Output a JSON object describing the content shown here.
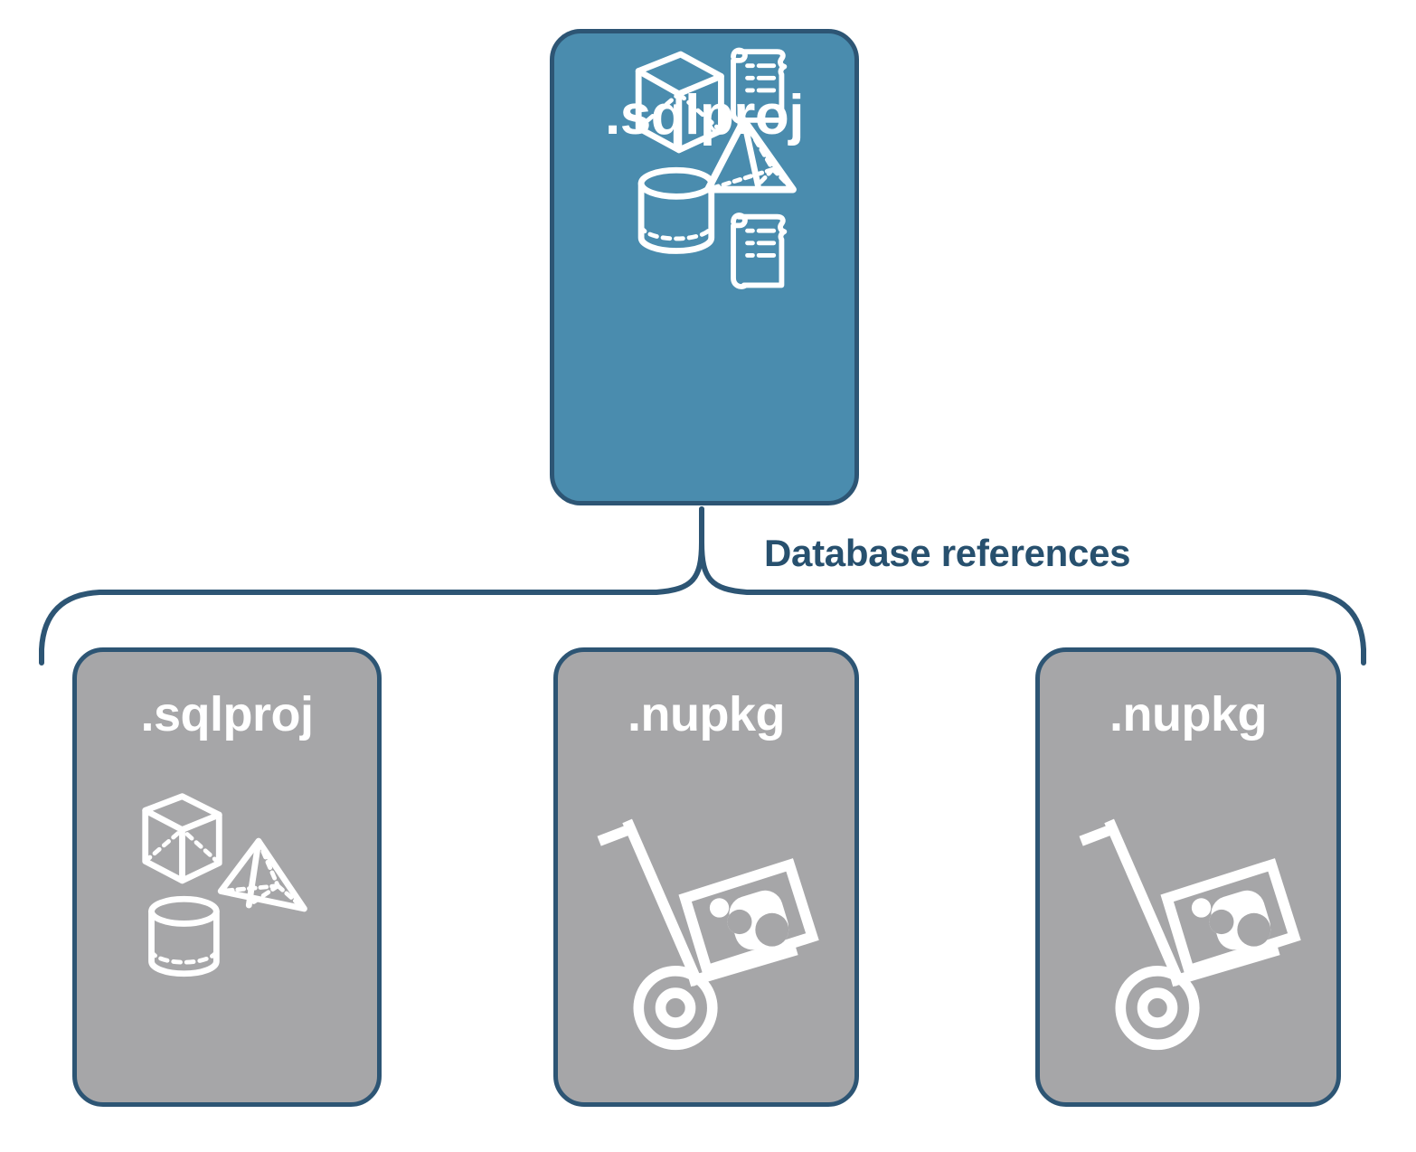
{
  "diagram": {
    "title": "Database references",
    "background": "#ffffff",
    "colors": {
      "primary_fill": "#4a8cae",
      "secondary_fill": "#a6a6a8",
      "stroke": "#2d5574",
      "icon": "#ffffff",
      "label_text": "#27506e"
    },
    "connector": {
      "label": "Database references",
      "style": "curly-brace",
      "direction": "one-to-many"
    },
    "root": {
      "id": "root-sqlproj",
      "label": ".sqlproj",
      "fill": "primary",
      "icons": [
        "cube-icon",
        "scroll-icon",
        "pyramid-icon",
        "cylinder-icon",
        "scroll-icon"
      ]
    },
    "children": [
      {
        "id": "ref-sqlproj",
        "label": ".sqlproj",
        "fill": "secondary",
        "icons": [
          "cube-icon",
          "pyramid-icon",
          "cylinder-icon"
        ]
      },
      {
        "id": "ref-nupkg-1",
        "label": ".nupkg",
        "fill": "secondary",
        "icons": [
          "nuget-package-dolly-icon"
        ]
      },
      {
        "id": "ref-nupkg-2",
        "label": ".nupkg",
        "fill": "secondary",
        "icons": [
          "nuget-package-dolly-icon"
        ]
      }
    ]
  }
}
